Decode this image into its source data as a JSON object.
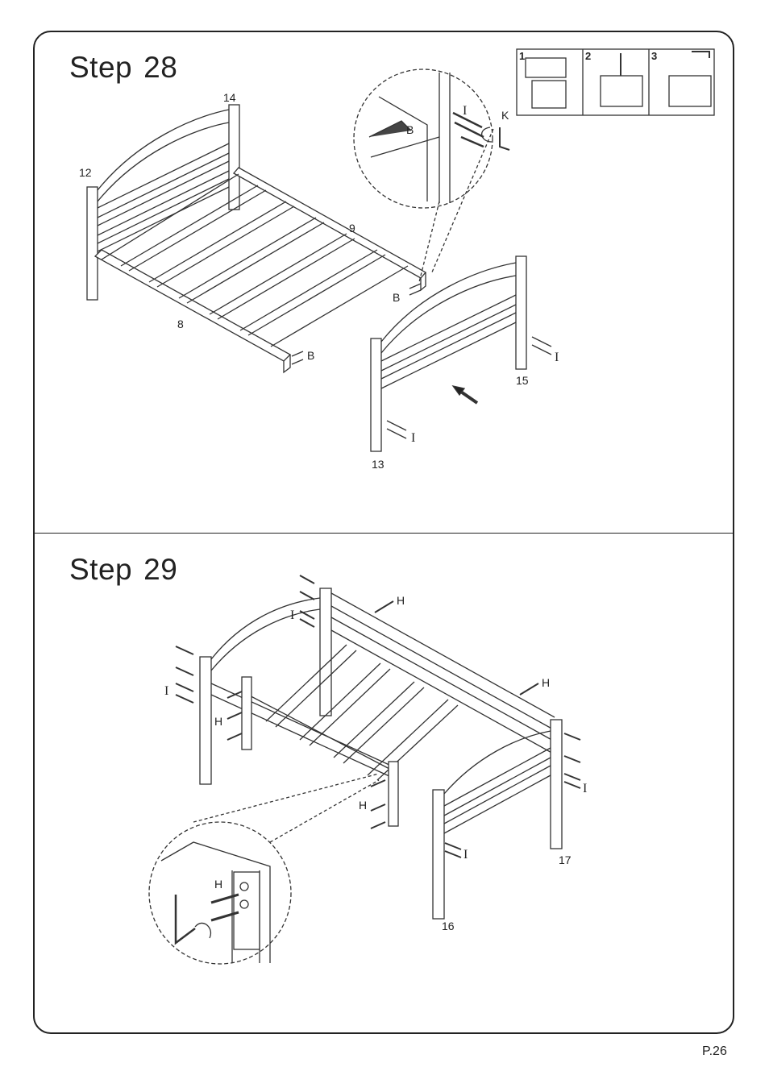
{
  "step28": {
    "title": "Step",
    "number": "28",
    "parts": {
      "headboard": "14",
      "footboard_left": "12",
      "side_rail": "9",
      "slat_frame": "8",
      "end_board": "15",
      "end_post": "13"
    },
    "hardware": {
      "bolt": "I",
      "dowel": "B",
      "wrench": "K"
    },
    "inset_steps": [
      "1",
      "2",
      "3"
    ]
  },
  "step29": {
    "title": "Step",
    "number": "29",
    "parts": {
      "post_a": "16",
      "post_b": "17"
    },
    "hardware": {
      "screw": "H",
      "bolt": "I"
    }
  },
  "footer": {
    "page": "P.26"
  }
}
